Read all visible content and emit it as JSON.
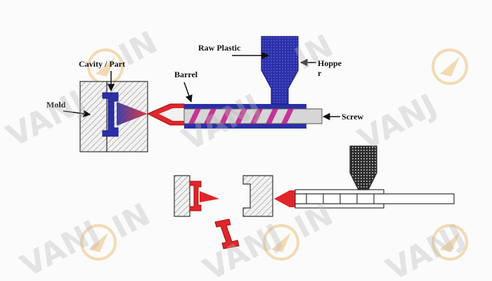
{
  "labels": {
    "raw_plastic": "Raw Plastic",
    "hopper_line1": "Hoppe",
    "hopper_line2": "r",
    "cavity_part": "Cavity / Part",
    "barrel": "Barrel",
    "mold": "Mold",
    "screw": "Screw"
  },
  "watermark": {
    "text_left": "VANJ",
    "text_right": "IN"
  },
  "colors": {
    "plastic_blue": "#2b2fa8",
    "hot_red": "#e0262a",
    "melt_magenta": "#c2188c",
    "hatch": "#8a8a8a",
    "outline": "#333333",
    "watermark_gold": "#e7b25a"
  }
}
